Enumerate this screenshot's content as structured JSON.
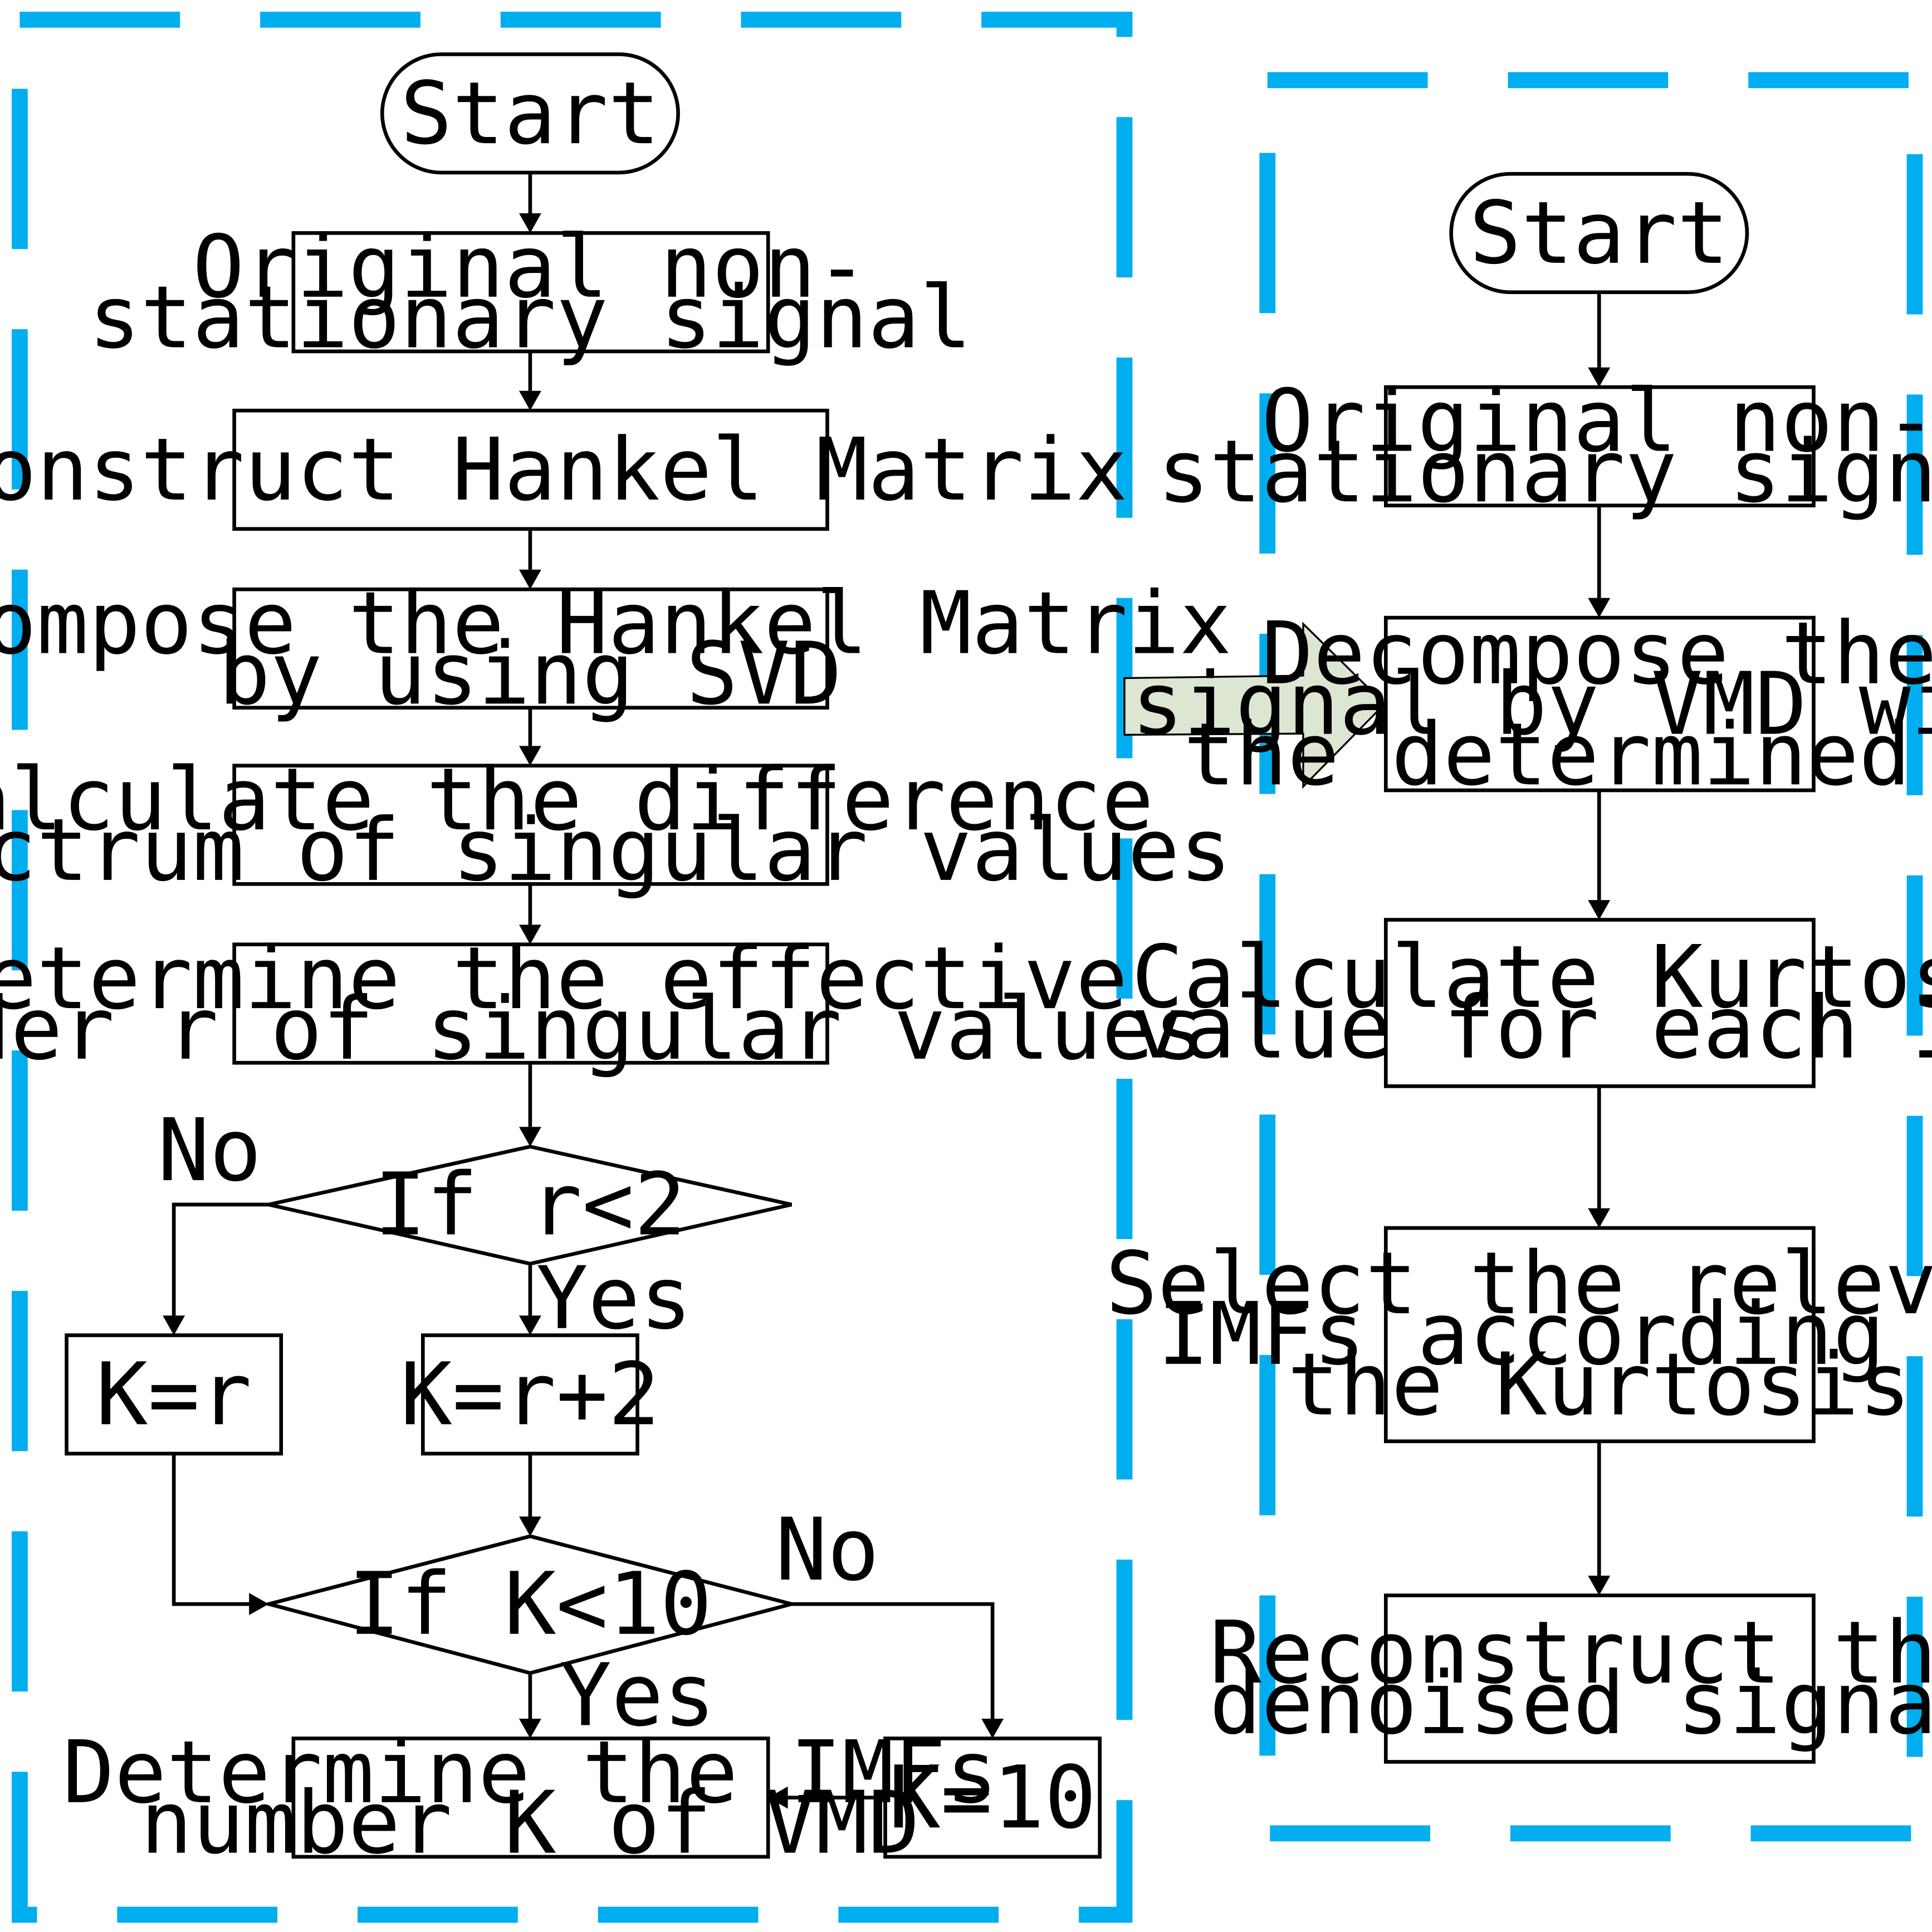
{
  "colors": {
    "group_border": "#00aeef",
    "transfer_arrow_fill": "#dde5d3",
    "line": "#000000",
    "background": "#ffffff"
  },
  "left_flow": {
    "start": "Start",
    "original_signal": [
      "Original non-",
      "stationary signal"
    ],
    "construct": [
      "Construct Hankel Matrix"
    ],
    "decompose_svd": [
      "Decompose the Hankel Matrix",
      "by using SVD"
    ],
    "difference_spectrum": [
      "Calculate the difference",
      "spectrum of singular values"
    ],
    "effective_order": [
      "Determine the effective",
      "order r of singular values"
    ],
    "decision_r": "If r<2",
    "k_eq_r": "K=r",
    "k_eq_r_plus_2": "K=r+2",
    "decision_k": "If K<10",
    "k_eq_10": "K=10",
    "imf_number": [
      "Determine the IMFs",
      "number K of VMD"
    ],
    "label_no_1": "No",
    "label_yes_1": "Yes",
    "label_no_2": "No",
    "label_yes_2": "Yes"
  },
  "right_flow": {
    "start": "Start",
    "original_signal": [
      "Original non-",
      "stationary signal"
    ],
    "decompose_vmd": [
      "Decompose the",
      "signal by VMD with",
      "the determined K"
    ],
    "kurtosis": [
      "Calculate Kurtosis",
      "value for each IMF"
    ],
    "select_imfs": [
      "Select the relevant",
      "IMFs according to",
      "the Kurtosis"
    ],
    "reconstruct": [
      "Reconstruct the",
      "denoised signal"
    ]
  }
}
